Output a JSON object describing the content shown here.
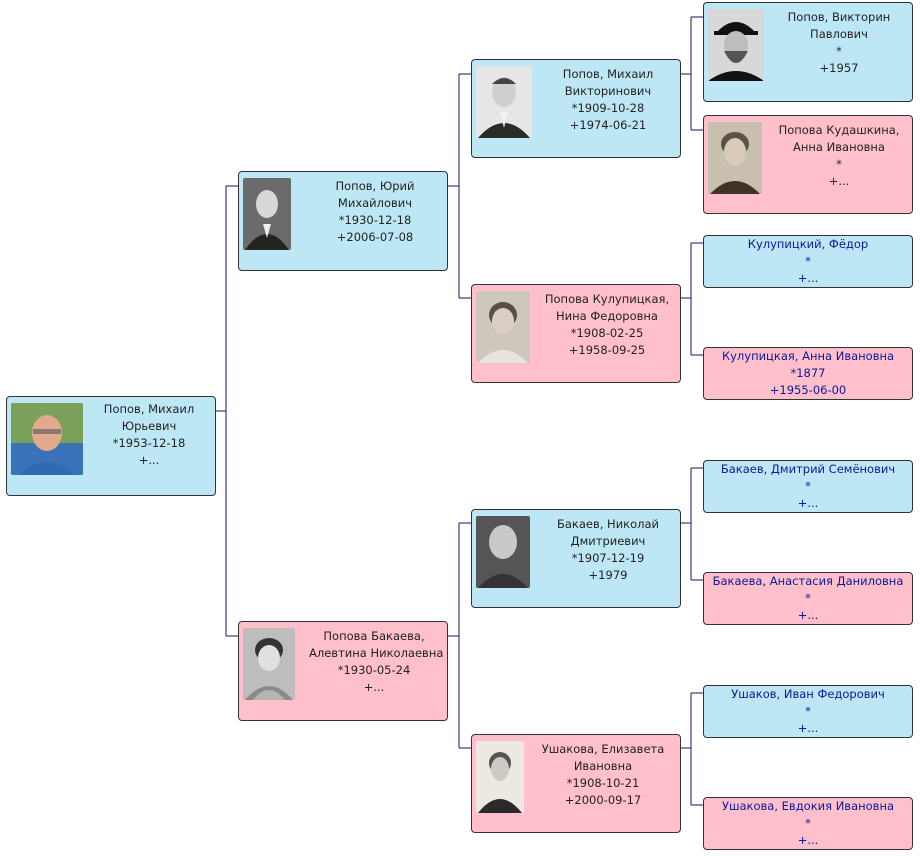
{
  "colors": {
    "male": "#bee7f5",
    "female": "#ffbfcb",
    "line": "#141466",
    "link_text": "#0a1a9a"
  },
  "people": {
    "p0": {
      "name1": "Попов, Михаил",
      "name2": "Юрьевич",
      "birth": "*1953-12-18",
      "death": "+...",
      "sex": "male",
      "photo": "portrait-photo"
    },
    "p1": {
      "name1": "Попов, Юрий",
      "name2": "Михайлович",
      "birth": "*1930-12-18",
      "death": "+2006-07-08",
      "sex": "male",
      "photo": "portrait-photo"
    },
    "p2": {
      "name1": "Попова Бакаева,",
      "name2": "Алевтина Николаевна",
      "birth": "*1930-05-24",
      "death": "+...",
      "sex": "female",
      "photo": "portrait-photo"
    },
    "p11": {
      "name1": "Попов, Михаил",
      "name2": "Викторинович",
      "birth": "*1909-10-28",
      "death": "+1974-06-21",
      "sex": "male",
      "photo": "portrait-photo"
    },
    "p12": {
      "name1": "Попова Кулупицкая,",
      "name2": "Нина Федоровна",
      "birth": "*1908-02-25",
      "death": "+1958-09-25",
      "sex": "female",
      "photo": "portrait-photo"
    },
    "p21": {
      "name1": "Бакаев, Николай",
      "name2": "Дмитриевич",
      "birth": "*1907-12-19",
      "death": "+1979",
      "sex": "male",
      "photo": "portrait-photo"
    },
    "p22": {
      "name1": "Ушакова, Елизавета",
      "name2": "Ивановна",
      "birth": "*1908-10-21",
      "death": "+2000-09-17",
      "sex": "female",
      "photo": "portrait-photo"
    },
    "p111": {
      "name1": "Попов, Викторин",
      "name2": "Павлович",
      "birth": "*",
      "death": "+1957",
      "sex": "male",
      "photo": "portrait-photo"
    },
    "p112": {
      "name1": "Попова Кудашкина,",
      "name2": "Анна Ивановна",
      "birth": "*",
      "death": "+...",
      "sex": "female",
      "photo": "portrait-photo"
    },
    "p121": {
      "name1": "Кулупицкий, Фёдор",
      "birth": "*",
      "death": "+...",
      "sex": "male"
    },
    "p122": {
      "name1": "Кулупицкая, Анна Ивановна",
      "birth": "*1877",
      "death": "+1955-06-00",
      "sex": "female"
    },
    "p211": {
      "name1": "Бакаев, Дмитрий Семёнович",
      "birth": "*",
      "death": "+...",
      "sex": "male"
    },
    "p212": {
      "name1": "Бакаева, Анастасия Даниловна",
      "birth": "*",
      "death": "+...",
      "sex": "female"
    },
    "p221": {
      "name1": "Ушаков, Иван Федорович",
      "birth": "*",
      "death": "+...",
      "sex": "male"
    },
    "p222": {
      "name1": "Ушакова, Евдокия Ивановна",
      "birth": "*",
      "death": "+...",
      "sex": "female"
    }
  }
}
